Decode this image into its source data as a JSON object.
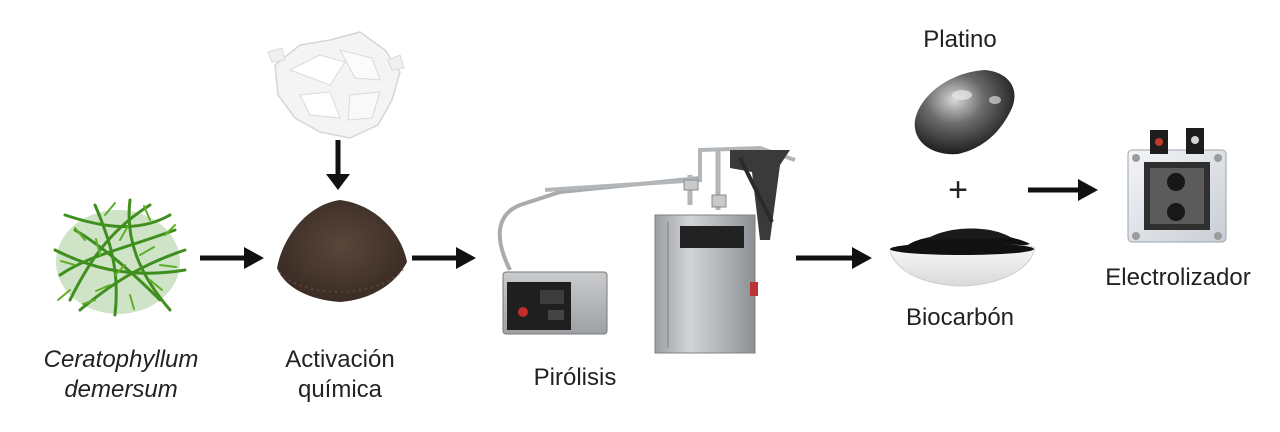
{
  "labels": {
    "plant_line1": "Ceratophyllum",
    "plant_line2": "demersum",
    "activation_line1": "Activación",
    "activation_line2": "química",
    "pyrolysis": "Pirólisis",
    "platinum": "Platino",
    "plus": "+",
    "biochar": "Biocarbón",
    "electrolyzer": "Electrolizador"
  },
  "icons": {
    "plant": "aquatic-plant-icon",
    "flakes": "chemical-flakes-icon",
    "powder": "powder-pile-icon",
    "furnace": "pyrolysis-furnace-icon",
    "platinum": "platinum-nugget-icon",
    "biochar": "biochar-bowl-icon",
    "electrolyzer": "electrolyzer-cell-icon"
  },
  "colors": {
    "arrow": "#111111",
    "text": "#222222",
    "plant": "#3f8f1f",
    "powder": "#4a3a30",
    "steel": "#b9bcbf"
  }
}
